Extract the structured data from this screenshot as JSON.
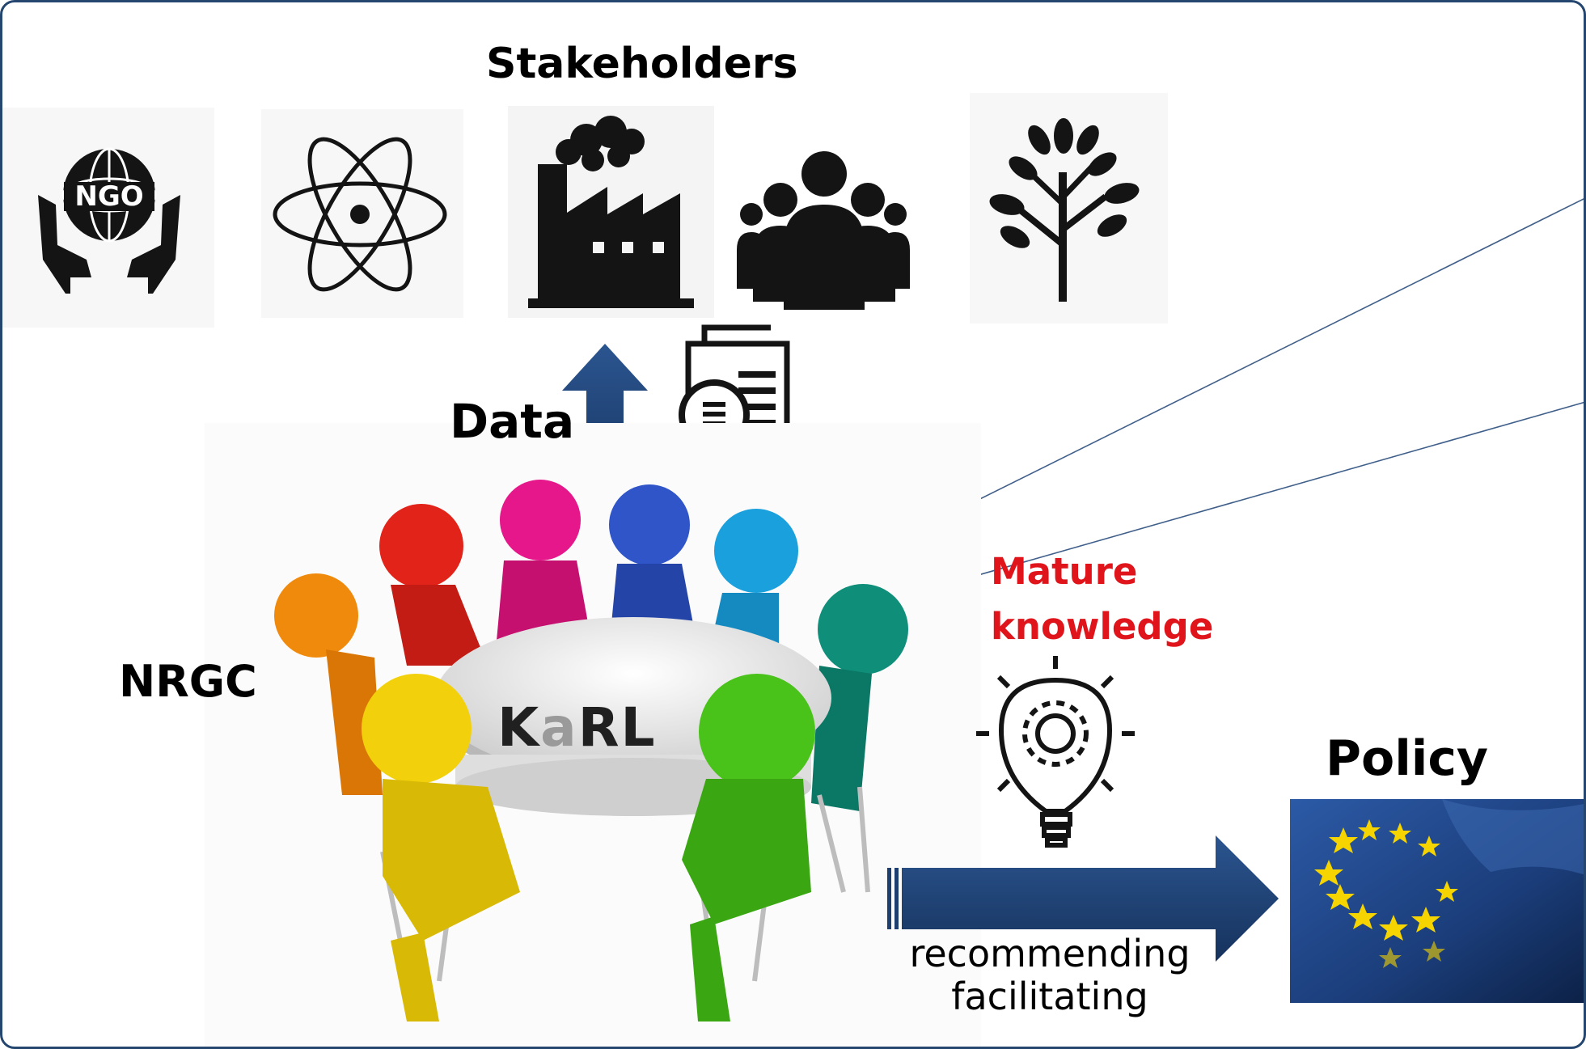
{
  "stakeholders_title": "Stakeholders",
  "ngo_text": "NGO",
  "data_label": "Data",
  "nrgc_label": "NRGC",
  "karl": {
    "part1": "K",
    "part2": "a",
    "part3": "RL"
  },
  "mature_line1": "Mature",
  "mature_line2": "knowledge",
  "policy_label": "Policy",
  "action_line1": "recommending",
  "action_line2": "facilitating",
  "colors": {
    "frame": "#24466f",
    "arrow": "#1d3e6e",
    "mature_text": "#e0141b",
    "eu_blue": "#1b3d7a",
    "eu_star": "#f5d400"
  },
  "stakeholder_icons": [
    "ngo-icon",
    "atom-icon",
    "factory-icon",
    "people-group-icon",
    "tree-icon"
  ],
  "person_colors": [
    "#f08a0c",
    "#e2231a",
    "#e6178a",
    "#2f55c9",
    "#1aa0dc",
    "#0f8f7a",
    "#f2d10c",
    "#49c21a"
  ]
}
